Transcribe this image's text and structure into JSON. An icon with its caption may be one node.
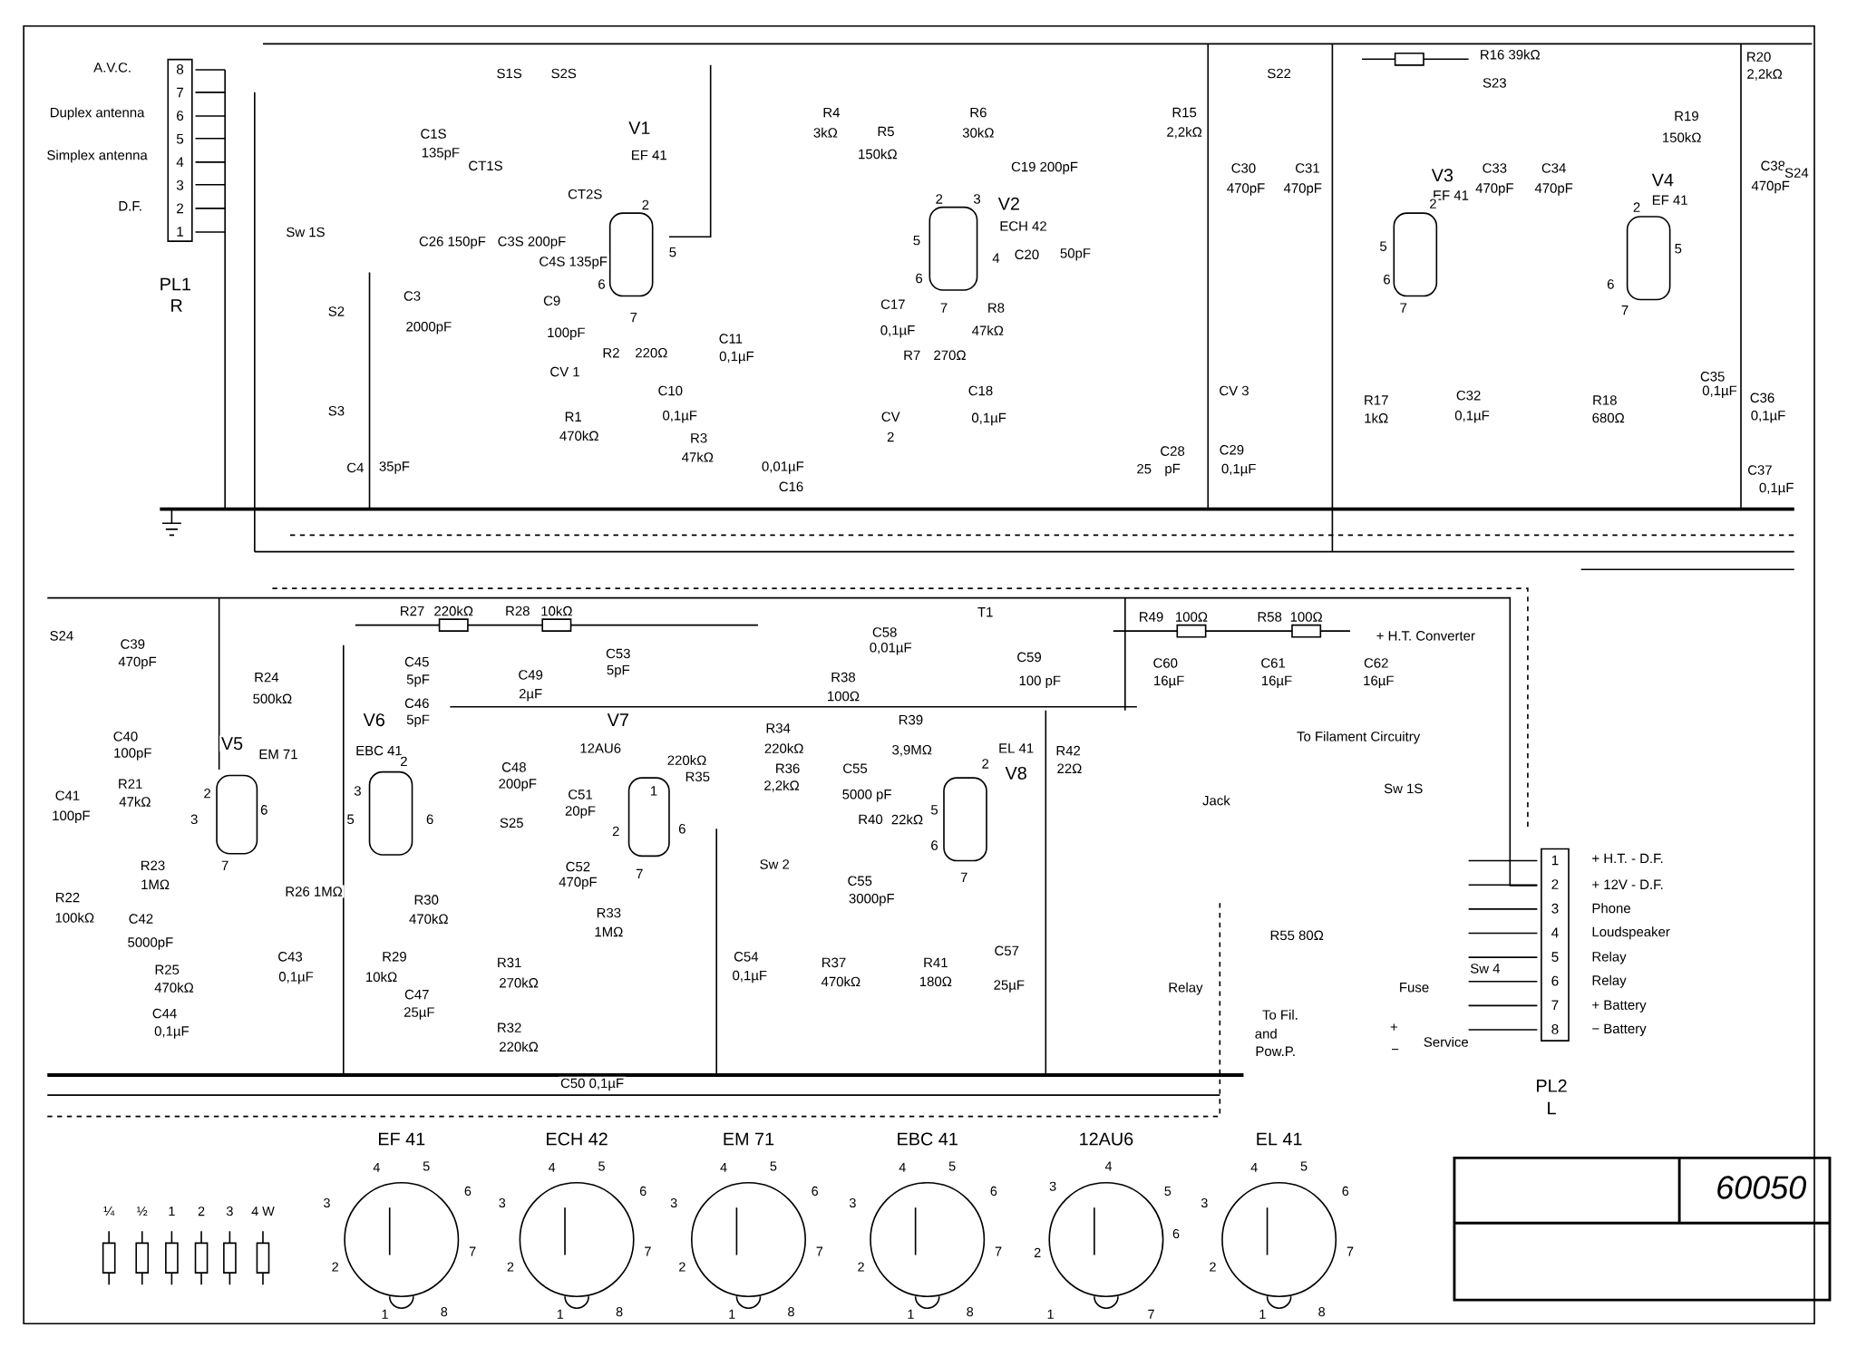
{
  "diagram": {
    "nodes": [
      {
        "text": [
          "8",
          "7",
          "6",
          "5",
          "4",
          "3",
          "2",
          "1"
        ]
      },
      {
        "text": [
          "1",
          "2",
          "3",
          "4",
          "5",
          "6",
          "7",
          "8"
        ]
      }
    ],
    "labels": [
      "A.V.C.",
      "Duplex antenna",
      "Simplex antenna",
      "D.F.",
      "PL1",
      "R",
      "S1S",
      "S2S",
      "C1S",
      "135pF",
      "CT1S",
      "CT2S",
      "Sw 1S",
      "C26 150pF",
      "C3S 200pF",
      "C4S 135pF",
      "S2",
      "C3",
      "2000pF",
      "S3",
      "C4",
      "35pF",
      "C9",
      "100pF",
      "CV 1",
      "V1",
      "EF 41",
      "2",
      "5",
      "6",
      "7",
      "R2",
      "220Ω",
      "R1",
      "470kΩ",
      "C10",
      "0,1µF",
      "R3",
      "47kΩ",
      "C11",
      "0,1µF",
      "0,01µF",
      "C16",
      "R4",
      "3kΩ",
      "R5",
      "150kΩ",
      "R6",
      "30kΩ",
      "C19 200pF",
      "V2",
      "ECH 42",
      "2",
      "3",
      "5",
      "4",
      "6",
      "7",
      "C20",
      "50pF",
      "C17",
      "0,1µF",
      "R8",
      "47kΩ",
      "R7",
      "270Ω",
      "C18",
      "CV",
      "0,1µF",
      "2",
      "R15",
      "2,2kΩ",
      "S22",
      "C30",
      "470pF",
      "C31",
      "470pF",
      "CV 3",
      "C28",
      "25",
      "pF",
      "C29",
      "0,1µF",
      "R16 39kΩ",
      "S23",
      "C33",
      "470pF",
      "C34",
      "470pF",
      "V3",
      "EF 41",
      "2",
      "5",
      "6",
      "7",
      "R17",
      "1kΩ",
      "C32",
      "0,1µF",
      "R20",
      "2,2kΩ",
      "R19",
      "150kΩ",
      "C38",
      "470pF",
      "S24",
      "V4",
      "EF 41",
      "2",
      "5",
      "6",
      "7",
      "R18",
      "680Ω",
      "C35",
      "0,1µF",
      "C36",
      "0,1µF",
      "C37",
      "0,1µF",
      "S24",
      "C39",
      "470pF",
      "C40",
      "100pF",
      "C41",
      "100pF",
      "R21",
      "47kΩ",
      "R23",
      "1MΩ",
      "R22",
      "100kΩ",
      "C42",
      "5000pF",
      "R25",
      "470kΩ",
      "C44",
      "0,1µF",
      "R24",
      "500kΩ",
      "V5",
      "EM 71",
      "2",
      "3",
      "6",
      "7",
      "R26 1MΩ",
      "C43",
      "0,1µF",
      "R29",
      "10kΩ",
      "C47",
      "25µF",
      "R30",
      "470kΩ",
      "R27",
      "220kΩ",
      "R28",
      "10kΩ",
      "C45",
      "5pF",
      "C46",
      "5pF",
      "C49",
      "2µF",
      "C53",
      "5pF",
      "V6",
      "EBC 41",
      "3",
      "2",
      "5",
      "6",
      "C48",
      "200pF",
      "V7",
      "12AU6",
      "C51",
      "20pF",
      "C52",
      "470pF",
      "S25",
      "R33",
      "1MΩ",
      "R31",
      "270kΩ",
      "R32",
      "220kΩ",
      "2",
      "1",
      "6",
      "7",
      "R34",
      "220kΩ",
      "220kΩ",
      "R35",
      "R36",
      "2,2kΩ",
      "Sw 2",
      "C54",
      "0,1µF",
      "C55",
      "5000 pF",
      "C55",
      "3000pF",
      "R37",
      "470kΩ",
      "R38",
      "100Ω",
      "C58",
      "0,01µF",
      "T1",
      "C59",
      "100 pF",
      "R42",
      "22Ω",
      "R39",
      "3,9MΩ",
      "R40",
      "22kΩ",
      "EL 41",
      "V8",
      "2",
      "5",
      "6",
      "7",
      "R41",
      "180Ω",
      "C57",
      "25µF",
      "R49",
      "100Ω",
      "R58",
      "100Ω",
      "+ H.T. Converter",
      "C60",
      "16µF",
      "C61",
      "16µF",
      "C62",
      "16µF",
      "To Filament Circuitry",
      "Jack",
      "Sw 1S",
      "R55 80Ω",
      "Relay",
      "Sw 4",
      "Fuse",
      "To Fil.",
      "and",
      "Pow.P.",
      "+",
      "Service",
      "−",
      "+ H.T. - D.F.",
      "+ 12V - D.F.",
      "Phone",
      "Loudspeaker",
      "Relay",
      "Relay",
      "+ Battery",
      "− Battery",
      "PL2",
      "L",
      "C50 0,1µF",
      "EF 41",
      "ECH 42",
      "EM 71",
      "EBC 41",
      "12AU6",
      "EL 41",
      "4",
      "5",
      "3",
      "6",
      "2",
      "7",
      "1",
      "8",
      "4",
      "5",
      "3",
      "6",
      "2",
      "7",
      "1",
      "8",
      "4",
      "5",
      "3",
      "6",
      "2",
      "7",
      "1",
      "8",
      "4",
      "5",
      "3",
      "6",
      "2",
      "7",
      "1",
      "8",
      "4",
      "3",
      "5",
      "2",
      "6",
      "1",
      "7",
      "4",
      "5",
      "3",
      "6",
      "2",
      "7",
      "1",
      "8",
      "¼",
      "½",
      "1",
      "2",
      "3",
      "4 W",
      "60050"
    ]
  }
}
